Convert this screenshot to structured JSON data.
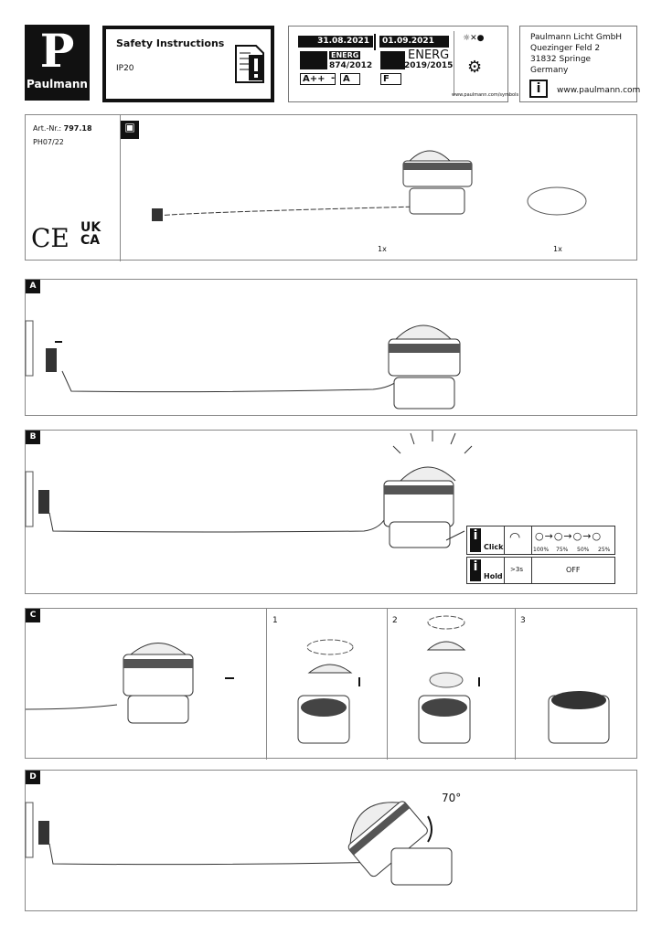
{
  "brand": "Paulmann",
  "header": {
    "title": "Safety Instructions",
    "ip": "IP20"
  },
  "energy": {
    "date_old": "31.08.2021",
    "date_new": "01.09.2021",
    "label_old": "ENERG",
    "reg_old": "874/2012",
    "label_new": "ENERG",
    "reg_new": "2019/2015",
    "class_old_high": "A++",
    "dash": "-",
    "class_old_low": "A",
    "class_new": "F",
    "url": "www.paulmann.com/symbols"
  },
  "address": {
    "lines": [
      "Paulmann Licht GmbH",
      "Quezinger Feld 2",
      "31832 Springe",
      "Germany"
    ],
    "web": "www.paulmann.com"
  },
  "parts": {
    "art_label": "Art.-Nr.:",
    "art_no": "797.18",
    "code": "PH07/22",
    "ce": "CE",
    "ukca_1": "UK",
    "ukca_2": "CA",
    "qty_lamp": "1x",
    "qty_disc": "1x"
  },
  "sections": {
    "a": "A",
    "b": "B",
    "c": "C",
    "d": "D"
  },
  "steps": [
    "1",
    "2",
    "3"
  ],
  "control": {
    "click": "Click",
    "hold": "Hold",
    "levels": [
      "100%",
      "75%",
      "50%",
      "25%"
    ],
    "hold_time": ">3s",
    "off": "OFF"
  },
  "tilt": "70°",
  "icon_info": "i"
}
